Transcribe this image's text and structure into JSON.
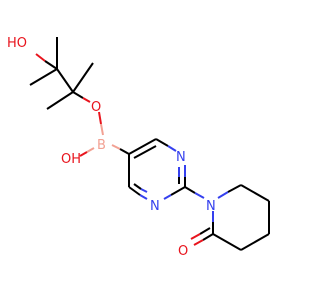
{
  "molecule": {
    "atoms": {
      "ho_label": "HO",
      "o_ester_label": "O",
      "b_label": "B",
      "oh_label": "OH",
      "n3_label": "N",
      "n1_label": "N",
      "n_amide_label": "N",
      "o_carbonyl_label": "O"
    },
    "colors": {
      "carbon": "#000000",
      "oxygen": "#e8141d",
      "nitrogen": "#3540ee",
      "boron": "#f2a193"
    }
  }
}
